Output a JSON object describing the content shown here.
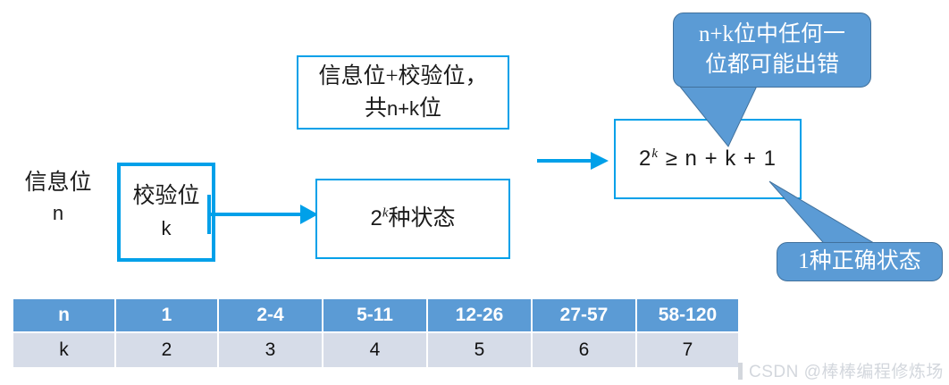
{
  "diagram": {
    "left_labels": [
      {
        "cn": "信息位",
        "latin": "n"
      }
    ],
    "parity_box": {
      "cn": "校验位",
      "latin": "k"
    },
    "total_bits_box": {
      "line1": "信息位+校验位，",
      "line2_cn_prefix": "共",
      "line2_latin": "n+k",
      "line2_cn_suffix": "位"
    },
    "states_box": {
      "base": "2",
      "exponent": "k",
      "suffix": "种状态"
    },
    "formula_box": {
      "base": "2",
      "exponent": "k",
      "rest": "≥ n + k + 1"
    },
    "callout_top": {
      "line1": "n+k位中任何一",
      "line2": "位都可能出错"
    },
    "callout_bottom": {
      "text": "1种正确状态"
    },
    "accent_color": "#00A0E9",
    "callout_fill": "#5B9BD5",
    "callout_stroke": "#41719C"
  },
  "table": {
    "headers": [
      "n",
      "1",
      "2-4",
      "5-11",
      "12-26",
      "27-57",
      "58-120"
    ],
    "rows": [
      [
        "k",
        "2",
        "3",
        "4",
        "5",
        "6",
        "7"
      ]
    ],
    "header_bg": "#5B9BD5",
    "cell_bg": "#D6DCE8"
  },
  "watermark": {
    "text": "CSDN @棒棒编程修炼场"
  }
}
